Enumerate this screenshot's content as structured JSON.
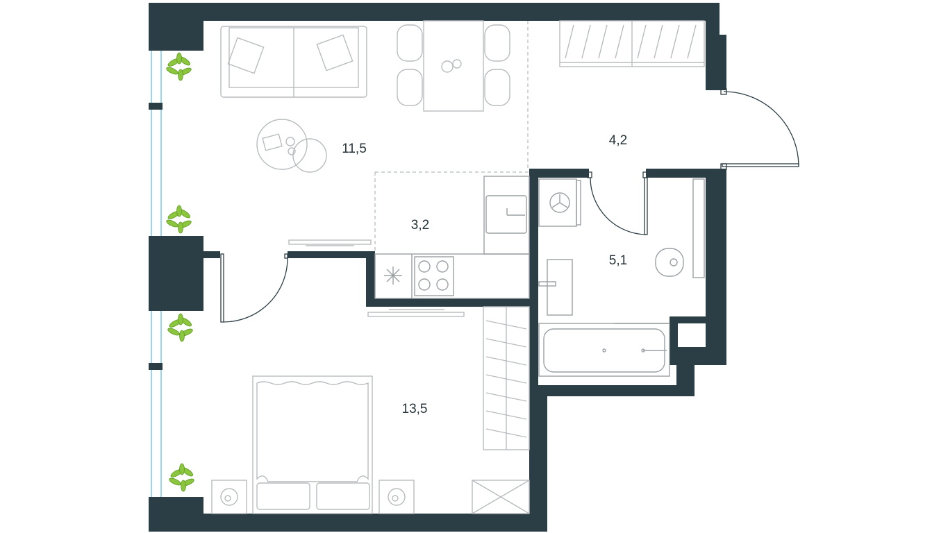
{
  "plan": {
    "rooms": [
      {
        "id": "living",
        "area": "11,5"
      },
      {
        "id": "hall",
        "area": "4,2"
      },
      {
        "id": "kitchen",
        "area": "3,2"
      },
      {
        "id": "bathroom",
        "area": "5,1"
      },
      {
        "id": "bedroom",
        "area": "13,5"
      }
    ],
    "colors": {
      "wall": "#2c3e45",
      "furniture": "#b8bcbe",
      "window": "#6fc3e6",
      "plants": "#8cc63f"
    }
  }
}
